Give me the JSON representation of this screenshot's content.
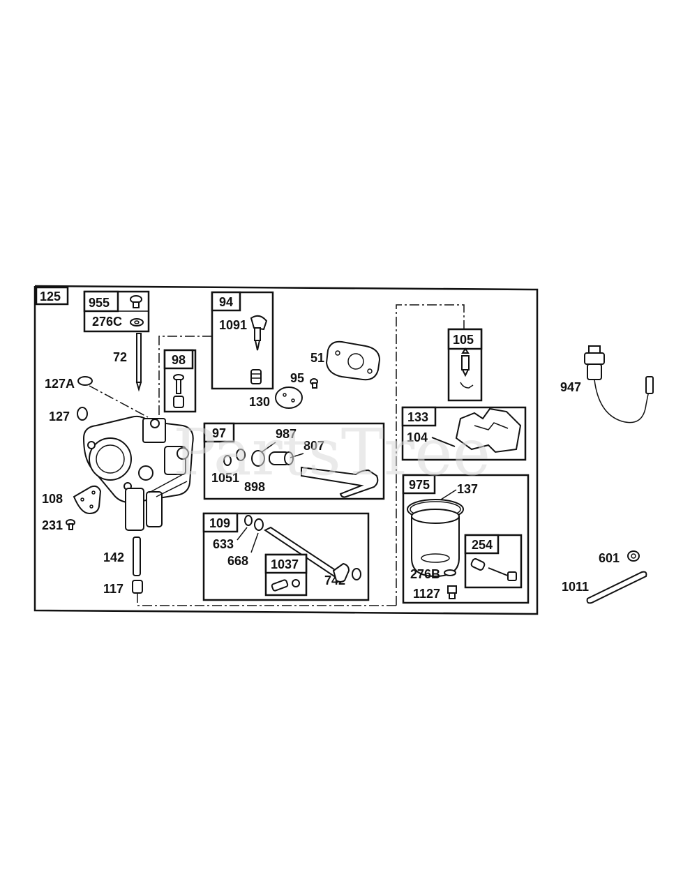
{
  "watermark": "PartsTree",
  "labels": {
    "p125": "125",
    "p955": "955",
    "p276c": "276C",
    "p94": "94",
    "p1091": "1091",
    "p98": "98",
    "p72": "72",
    "p127a": "127A",
    "p127": "127",
    "p108": "108",
    "p231": "231",
    "p142": "142",
    "p117": "117",
    "p51": "51",
    "p95": "95",
    "p130": "130",
    "p97": "97",
    "p987": "987",
    "p807": "807",
    "p1051": "1051",
    "p898": "898",
    "p109": "109",
    "p633": "633",
    "p668": "668",
    "p1037": "1037",
    "p742": "742",
    "p105": "105",
    "p133": "133",
    "p104": "104",
    "p975": "975",
    "p137": "137",
    "p254": "254",
    "p276b": "276B",
    "p1127": "1127",
    "p947": "947",
    "p601": "601",
    "p1011": "1011"
  }
}
